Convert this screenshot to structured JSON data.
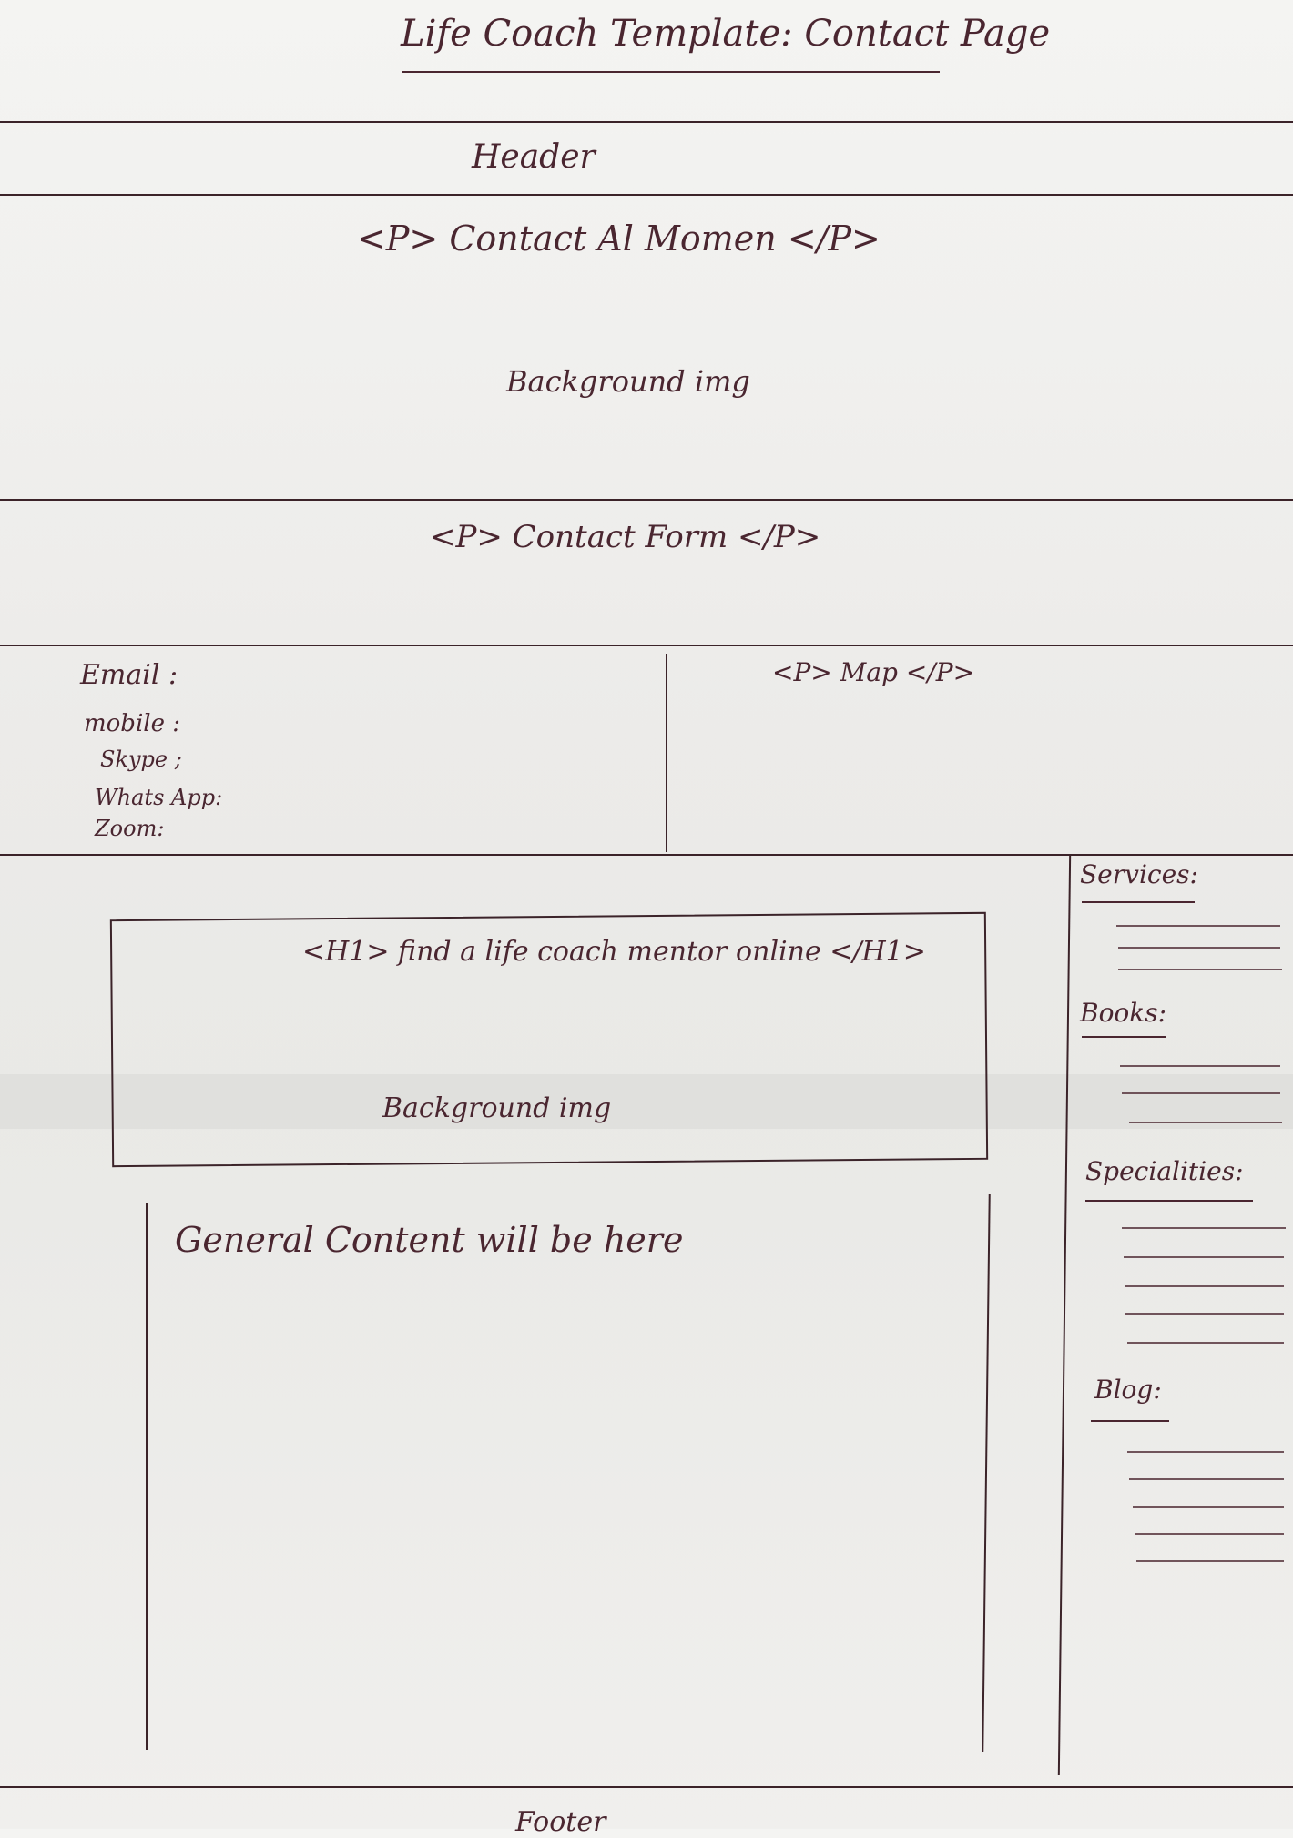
{
  "title": "Life Coach Template: Contact Page",
  "header": {
    "label": "Header"
  },
  "hero": {
    "heading": "<P> Contact Al Momen </P>",
    "background": "Background img"
  },
  "contact_form": {
    "label": "<P> Contact Form </P>"
  },
  "contact_info": [
    "Email :",
    "mobile :",
    "Skype ;",
    "Whats App:",
    "Zoom:"
  ],
  "map": {
    "label": "<P> Map </P>"
  },
  "feature": {
    "heading": "<H1> find a life coach mentor online </H1>",
    "background": "Background img"
  },
  "general_content": "General Content will be here",
  "sidebar": {
    "services": "Services:",
    "books": "Books:",
    "specialities": "Specialities:",
    "blog": "Blog:"
  },
  "footer": {
    "label": "Footer"
  }
}
